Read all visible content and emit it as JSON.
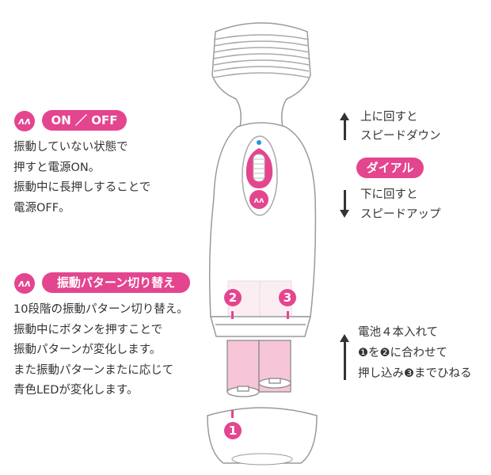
{
  "colors": {
    "accent": "#e4458f",
    "led": "#1a9be0",
    "battery": "#f6c6d8"
  },
  "onoff": {
    "icon": "vibration-icon",
    "icon_glyph": "ʌʌ",
    "badge": "ON ／ OFF",
    "lines": [
      "振動していない状態で",
      "押すと電源ON。",
      "振動中に長押しすることで",
      "電源OFF。"
    ]
  },
  "pattern": {
    "icon": "vibration-icon",
    "icon_glyph": "ʌʌ",
    "badge": "振動パターン切り替え",
    "lines": [
      "10段階の振動パターン切り替え。",
      "振動中にボタンを押すことで",
      "振動パターンが変化します。",
      "また振動パターンまたに応じて",
      "青色LEDが変化します。"
    ]
  },
  "dial": {
    "badge": "ダイアル",
    "up": [
      "上に回すと",
      "スピードダウン"
    ],
    "down": [
      "下に回すと",
      "スピードアップ"
    ]
  },
  "battery": {
    "lines": [
      "電池４本入れて",
      "❶を❷に合わせて",
      "押し込み❸までひねる"
    ]
  },
  "markers": [
    "1",
    "2",
    "3"
  ]
}
